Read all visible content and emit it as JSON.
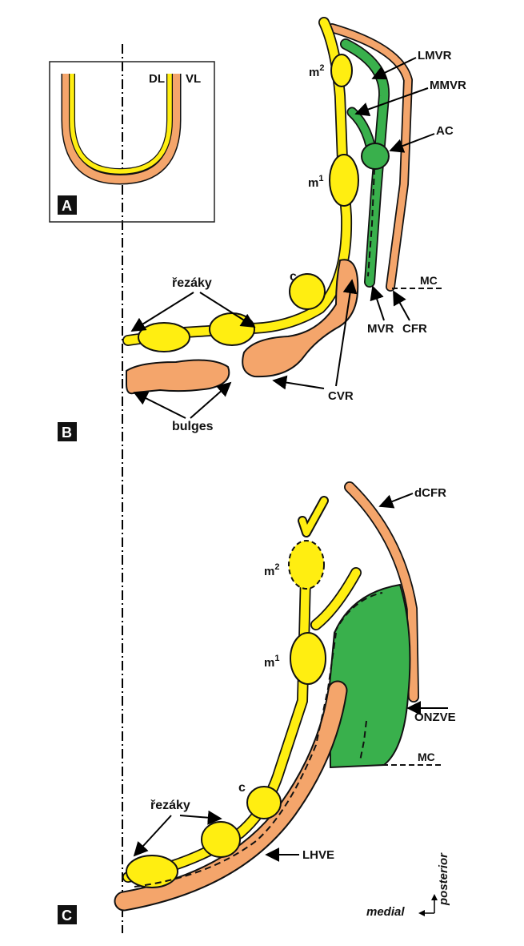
{
  "colors": {
    "yellow": "#ffee11",
    "orange": "#f4a56b",
    "green": "#39b04c",
    "outline": "#111111"
  },
  "panels": {
    "a": {
      "tag": "A",
      "dl": "DL",
      "vl": "VL"
    },
    "b": {
      "tag": "B",
      "m2_base": "m",
      "m2_sup": "2",
      "m1_base": "m",
      "m1_sup": "1",
      "c": "c",
      "incisors": "řezáky",
      "bulges": "bulges",
      "cvr": "CVR",
      "lmvr": "LMVR",
      "mmvr": "MMVR",
      "ac": "AC",
      "mc": "MC",
      "mvr": "MVR",
      "cfr": "CFR"
    },
    "c": {
      "tag": "C",
      "dcfr": "dCFR",
      "m2_base": "m",
      "m2_sup": "2",
      "m1_base": "m",
      "m1_sup": "1",
      "c": "c",
      "incisors": "řezáky",
      "onzve": "ONZVE",
      "mc": "MC",
      "lhve": "LHVE",
      "axis_medial": "medial",
      "axis_posterior": "posterior"
    }
  }
}
